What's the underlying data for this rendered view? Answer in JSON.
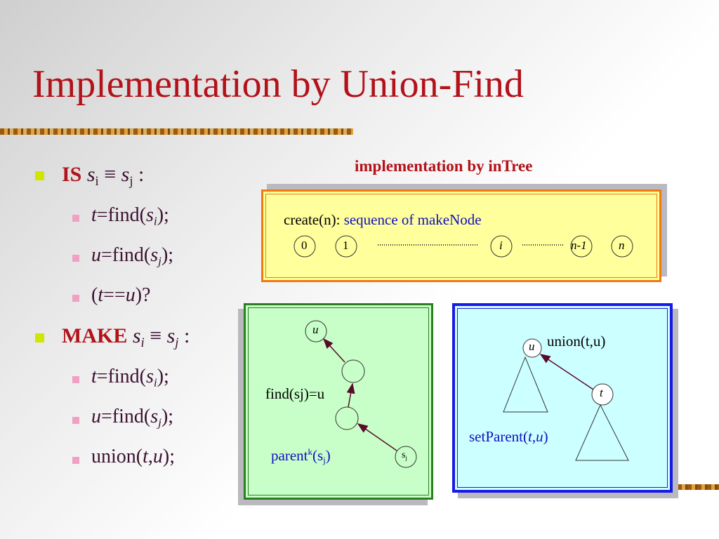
{
  "slide": {
    "title": "Implementation by Union-Find"
  },
  "bullets": {
    "is": {
      "keyword": "IS",
      "s1": "s",
      "s1_sub": "i",
      "equiv": " ≡ ",
      "s2": "s",
      "s2_sub": "j",
      "tail": " :"
    },
    "is_items": [
      {
        "var": "t",
        "mid": "=find(",
        "s": "s",
        "sub": "i",
        "end": ");"
      },
      {
        "var": "u",
        "mid": "=find(",
        "s": "s",
        "sub": "j",
        "end": ");"
      }
    ],
    "is_compare": {
      "open": "(",
      "t": "t",
      "eq": "==",
      "u": "u",
      "close": ")?"
    },
    "make": {
      "keyword": "MAKE",
      "s1": "s",
      "s1_sub": "i",
      "equiv": " ≡ ",
      "s2": "s",
      "s2_sub": "j",
      "tail": " :"
    },
    "make_items": [
      {
        "var": "t",
        "mid": "=find(",
        "s": "s",
        "sub": "i",
        "end": ");"
      },
      {
        "var": "u",
        "mid": "=find(",
        "s": "s",
        "sub": "j",
        "end": ");"
      }
    ],
    "make_union": {
      "pre": "union(",
      "t": "t",
      "comma": ",",
      "u": "u",
      "end": ");"
    }
  },
  "intree": {
    "heading": "implementation by inTree",
    "create_label": "create(n): ",
    "create_desc": "sequence of makeNode",
    "nodes": [
      "0",
      "1",
      "i",
      "n-1",
      "n"
    ]
  },
  "find_panel": {
    "root_label": "u",
    "find_label": "find(sj)=u",
    "parent_text": "parent",
    "parent_sup": "k",
    "parent_arg": "(s",
    "parent_arg_sub": "j",
    "parent_close": ")",
    "leaf_label": "s",
    "leaf_sub": "j"
  },
  "union_panel": {
    "union_label": "union(t,u)",
    "u_label": "u",
    "t_label": "t",
    "setparent_pre": "setParent(",
    "setparent_t": "t",
    "setparent_comma": ",",
    "setparent_u": "u",
    "setparent_close": ")"
  },
  "colors": {
    "title_red": "#b3121a",
    "yellow_fill": "#ffff9c",
    "orange_border": "#f07a10",
    "green_fill": "#c8ffc8",
    "green_border": "#2c7f20",
    "cyan_fill": "#ccffff",
    "blue_border": "#1a1ae6",
    "bullet_l1": "#cfe700",
    "bullet_l2": "#f0a0c0",
    "arrow": "#5a0a2a"
  }
}
